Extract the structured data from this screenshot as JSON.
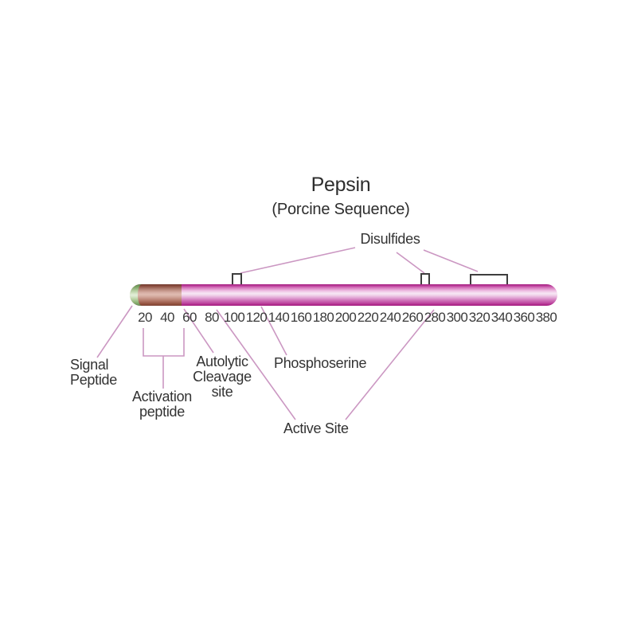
{
  "title": "Pepsin",
  "subtitle": "(Porcine Sequence)",
  "labels": {
    "disulfides": "Disulfides",
    "signal_peptide": "Signal\nPeptide",
    "activation_peptide": "Activation\npeptide",
    "autolytic_cleavage": "Autolytic\nCleavage\nsite",
    "phosphoserine": "Phosphoserine",
    "active_site": "Active Site"
  },
  "scale": {
    "ticks": [
      "20",
      "40",
      "60",
      "80",
      "100",
      "120",
      "140",
      "160",
      "180",
      "200",
      "220",
      "240",
      "260",
      "280",
      "300",
      "320",
      "340",
      "360",
      "380"
    ]
  },
  "colors": {
    "bar_pink": "#c13e9d",
    "signal_green": "#7fa86b",
    "activation_brown": "#a05a4c",
    "leader_line": "#cb97c2",
    "bracket": "#3e3e3e",
    "text": "#333333"
  }
}
